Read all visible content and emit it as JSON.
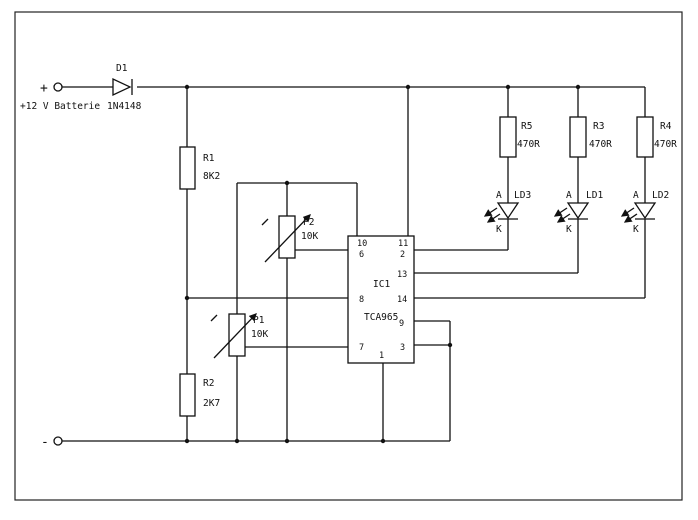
{
  "supply": {
    "plus_symbol": "+",
    "minus_symbol": "-",
    "label": "+12 V Batterie"
  },
  "components": {
    "d1": {
      "ref": "D1",
      "value": "1N4148"
    },
    "r1": {
      "ref": "R1",
      "value": "8K2"
    },
    "r2": {
      "ref": "R2",
      "value": "2K7"
    },
    "p1": {
      "ref": "P1",
      "value": "10K"
    },
    "p2": {
      "ref": "P2",
      "value": "10K"
    },
    "r3": {
      "ref": "R3",
      "value": "470R"
    },
    "r4": {
      "ref": "R4",
      "value": "470R"
    },
    "r5": {
      "ref": "R5",
      "value": "470R"
    },
    "ld1": {
      "ref": "LD1",
      "anode": "A",
      "cathode": "K"
    },
    "ld2": {
      "ref": "LD2",
      "anode": "A",
      "cathode": "K"
    },
    "ld3": {
      "ref": "LD3",
      "anode": "A",
      "cathode": "K"
    }
  },
  "ic": {
    "ref": "IC1",
    "part": "TCA965",
    "pins": {
      "p10": "10",
      "p11": "11",
      "p6": "6",
      "p2": "2",
      "p13": "13",
      "p8": "8",
      "p14": "14",
      "p9": "9",
      "p7": "7",
      "p3": "3",
      "p1": "1"
    }
  }
}
